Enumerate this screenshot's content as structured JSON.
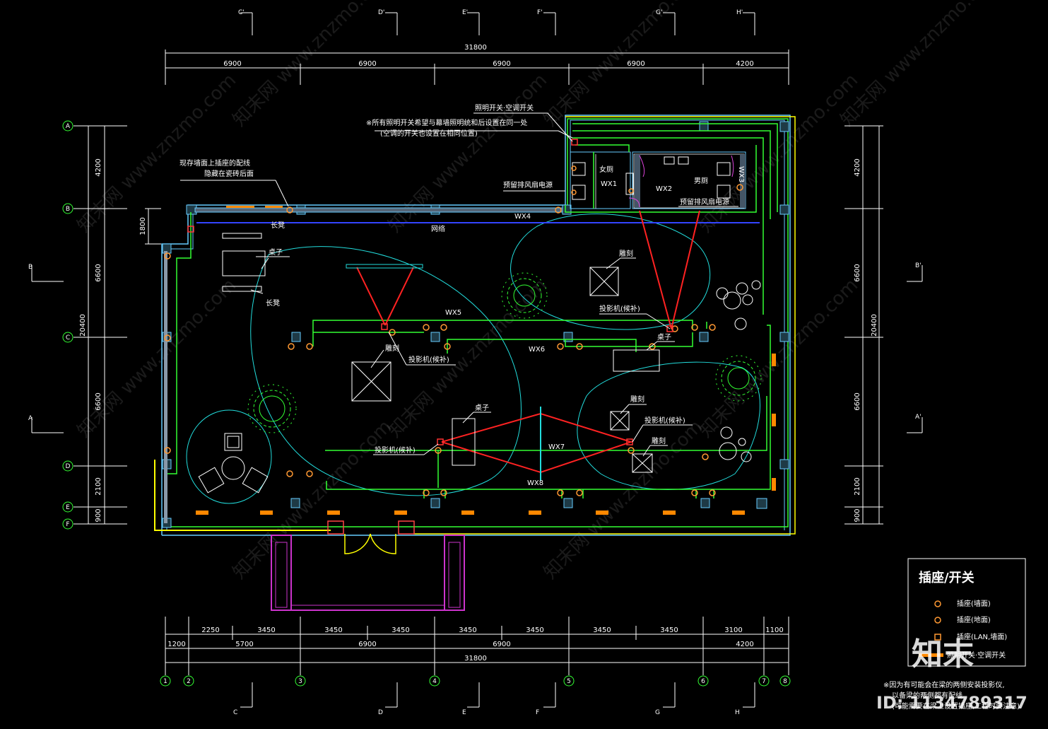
{
  "top_dims": {
    "total": "31800",
    "spans": [
      "6900",
      "6900",
      "6900",
      "6900",
      "4200"
    ]
  },
  "top_marks": [
    "C'",
    "D'",
    "E'",
    "F'",
    "G'",
    "H'"
  ],
  "bottom_dims": {
    "row1": [
      "2250",
      "3450",
      "3450",
      "3450",
      "3450",
      "3450",
      "3450",
      "3450",
      "3100",
      "1100"
    ],
    "row2": [
      "1200",
      "5700",
      "6900",
      "6900",
      "4200"
    ],
    "total": "31800"
  },
  "bottom_marks": [
    "C",
    "D",
    "E",
    "F",
    "G",
    "H"
  ],
  "left_dims": {
    "spans": [
      "4200",
      "1800",
      "6600",
      "6600",
      "2100",
      "900"
    ],
    "total": "20400"
  },
  "right_dims": {
    "spans": [
      "4200",
      "6600",
      "6600",
      "2100",
      "900"
    ],
    "total": "20400"
  },
  "row_axes": [
    "A",
    "B",
    "C",
    "D",
    "E",
    "F"
  ],
  "col_axes": [
    "1",
    "2",
    "3",
    "4",
    "5",
    "6",
    "7",
    "8"
  ],
  "section_marks": {
    "left": [
      "B",
      "A"
    ],
    "right": [
      "B'",
      "A'"
    ]
  },
  "annotations": {
    "wall_socket_1": "现存墙面上插座的配线",
    "wall_socket_2": "隐藏在瓷砖后面",
    "switch_title": "照明开关·空调开关",
    "switch_note_1": "※所有照明开关希望与幕墙照明统和后设置在同一处",
    "switch_note_2": "(空调的开关也设置在相同位置)",
    "exhaust_1": "预留排风扇电源",
    "exhaust_2": "预留排风扇电源",
    "female_wc": "女厕",
    "male_wc": "男厕",
    "bench_1": "长凳",
    "bench_2": "长凳",
    "table_1": "桌子",
    "table_2": "桌子",
    "table_3": "桌子",
    "network": "网络",
    "sculpture_1": "雕刻",
    "sculpture_2": "雕刻",
    "sculpture_3": "雕刻",
    "sculpture_4": "雕刻",
    "projector_1": "投影机(候补)",
    "projector_2": "投影机(候补)",
    "projector_3": "投影机(候补)",
    "projector_4": "投影机(候补)"
  },
  "circuits": [
    "WX1",
    "WX2",
    "WX3",
    "WX4",
    "WX5",
    "WX6",
    "WX7",
    "WX8"
  ],
  "legend": {
    "title": "插座/开关",
    "items": [
      {
        "icon": "wall-socket-icon",
        "label": "插座(墙面)"
      },
      {
        "icon": "floor-socket-icon",
        "label": "插座(地面)"
      },
      {
        "icon": "lan-socket-icon",
        "label": "插座(LAN,墙面)"
      },
      {
        "icon": "switch-icon",
        "label": "照明开关·空调开关"
      }
    ]
  },
  "bottom_note": [
    "※因为有可能会在梁的两侧安装投影仪,",
    "以备梁的两侧都有配线",
    "(可能需要在梁上设置插座,工程时要注意)"
  ],
  "watermark": "www.znzmo.com",
  "watermark_cn": "知末网",
  "brand": {
    "logo": "知末",
    "id": "ID: 1134789317"
  },
  "colors": {
    "background": "#000000",
    "wall": "#66ccff",
    "circuit": "#33ff33",
    "network": "#3344ff",
    "projection": "#ff2222",
    "zone": "#22dddd",
    "socket": "#ff9933",
    "outline": "#ffff00",
    "entrance": "#cc33cc",
    "fill_green": "#33ff33",
    "light_marker": "#ff8800"
  }
}
